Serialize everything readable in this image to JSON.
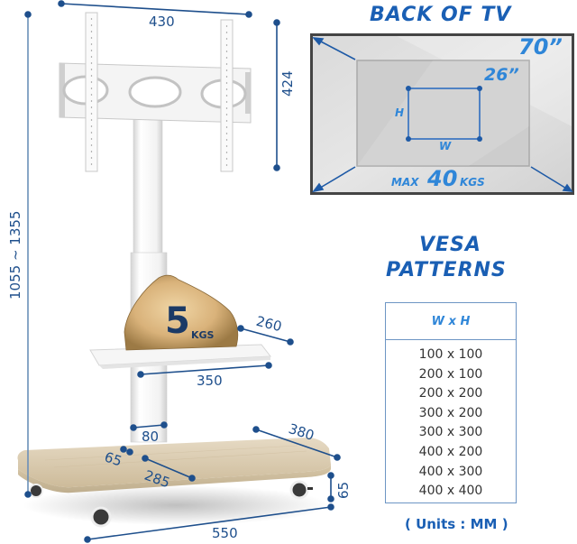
{
  "colors": {
    "dimension_blue": "#1e4f8c",
    "title_blue": "#1a5fb4",
    "accent_blue": "#2f86d8",
    "tv_frame": "#555555",
    "tv_screen": "#d9d9d9",
    "wood_base": "#d8c9ae",
    "stand_white": "#f2f2f2"
  },
  "dimensions": {
    "bracket_width": "430",
    "bracket_height": "424",
    "total_height": "1055  ~  1355",
    "shelf_depth": "260",
    "shelf_width": "350",
    "column_width": "80",
    "base_depth": "380",
    "column_offset": "65",
    "column_to_edge": "285",
    "base_height": "65",
    "base_width": "550"
  },
  "shelf_load": {
    "number": "5",
    "unit": "KGS"
  },
  "back_of_tv": {
    "title": "BACK OF TV",
    "max_size": "70”",
    "min_size": "26”",
    "h_label": "H",
    "w_label": "W",
    "max_prefix": "MAX",
    "max_load": "40",
    "max_unit": "KGS"
  },
  "vesa": {
    "title_line1": "VESA",
    "title_line2": "PATTERNS",
    "header": "W x H",
    "patterns": [
      "100 x 100",
      "200 x 100",
      "200 x 200",
      "300 x 200",
      "300 x 300",
      "400 x 200",
      "400 x 300",
      "400 x 400"
    ],
    "units_note": "( Units : MM )"
  }
}
